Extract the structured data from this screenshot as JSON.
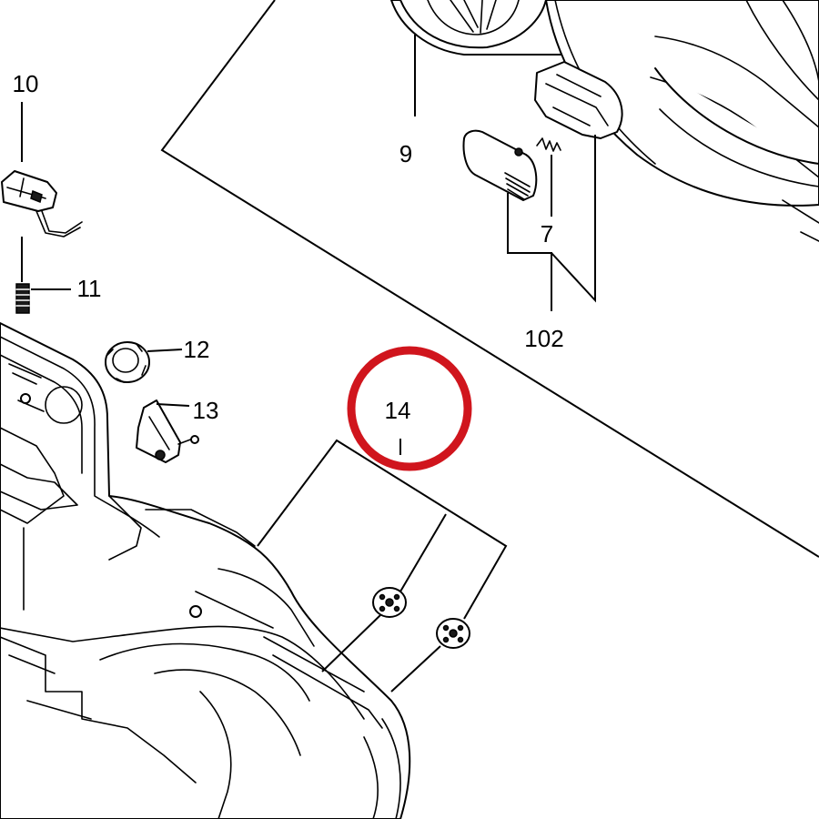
{
  "callouts": {
    "p9": "9",
    "p7": "7",
    "p102": "102",
    "p10": "10",
    "p11": "11",
    "p12": "12",
    "p13": "13",
    "p14": "14"
  },
  "colors": {
    "line": "#000000",
    "background": "#ffffff",
    "highlight_circle": "#d0151d"
  }
}
